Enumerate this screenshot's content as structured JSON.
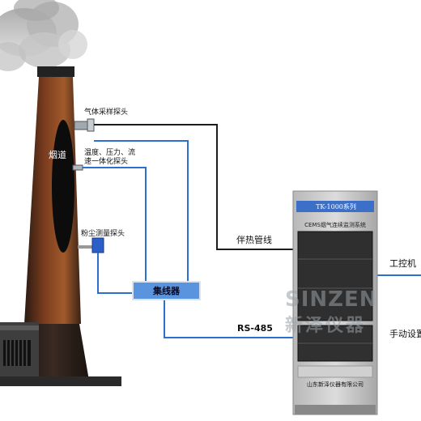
{
  "labels": {
    "gas_probe": "气体采样探头",
    "flue": "烟道",
    "multi_probe_line1": "温度、压力、流",
    "multi_probe_line2": "速一体化探头",
    "dust_probe": "粉尘测量探头",
    "heated_line": "伴热管线",
    "hub": "集线器",
    "rs485": "RS-485",
    "ipc": "工控机",
    "manual": "手动设置"
  },
  "cabinet": {
    "title": "TK-1000系列",
    "subtitle": "CEMS烟气连续监测系统",
    "footer": "山东新泽仪器有限公司"
  },
  "watermark": {
    "latin": "SINZEN",
    "chinese": "新泽仪器"
  },
  "colors": {
    "heated_line": "#1c1c1c",
    "signal_line": "#2b6fd0",
    "hub": "#5a93de",
    "cabinet": "#c8c8c8",
    "cabinet_panel": "#2f2f2f",
    "cabinet_title_bar": "#3b6fc8"
  }
}
